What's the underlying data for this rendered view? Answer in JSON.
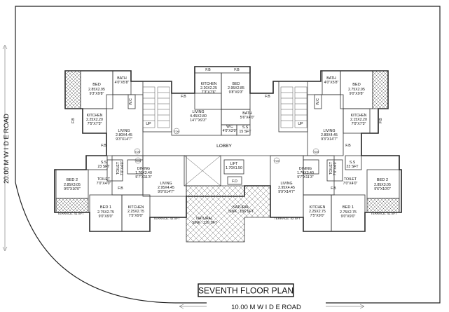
{
  "title": "SEVENTH FLOOR PLAN",
  "roads": {
    "side": "20.00 M W I D E   ROAD",
    "bottom": "10.00 M W I D E   ROAD"
  },
  "common": {
    "lobby": "LOBBY",
    "lift": "LIFT",
    "lift_size": "1.70X1.50",
    "fd": "F.D",
    "natural_sink_left": "NATURAL",
    "natural_sink_left_2": "SINK : 220 SFT",
    "natural_sink_right": "NATURAL",
    "natural_sink_right_2": "SINK : 186 SFT",
    "fb": "F.B",
    "up": "UP",
    "terrace_left": "TERRACE: 42 SFT",
    "terrace_right": "TERRACE: 42 SFT",
    "terrace_bl": "TERRACE: 41 SFT",
    "terrace_br": "TERRACE: 41 SFT"
  },
  "top_left_flat": {
    "bed": "BED",
    "bed_m": "2.85X2.95",
    "bed_ft": "9'3\"X9'8\"",
    "bath": "BATH",
    "bath_ft": "4'0\"X5'8\"",
    "wc": "W.C",
    "kitchen": "KITCHEN",
    "kitchen_m": "2.25X2.20",
    "kitchen_ft": "7'5\"X7'3\"",
    "living": "LIVING",
    "living_m": "2.80X4.45",
    "living_ft": "9'3\"X14'7\"",
    "door": "TO9"
  },
  "top_center_flat": {
    "kitchen": "KITCHEN",
    "kitchen_m": "2.20X2.25",
    "kitchen_ft": "7'3\"X7'6\"",
    "bed": "BED",
    "bed_m": "2.95X2.85",
    "bed_ft": "9'8\"X9'3\"",
    "living": "LIVING",
    "living_m": "4.45X2.80",
    "living_ft": "14'7\"X9'3\"",
    "bath": "BATH",
    "bath_ft": "5'6\"X4'0\"",
    "wc": "W.C",
    "wc_ft": "4'0\"X3'0\"",
    "ss": "S.S",
    "ss_area": "15 SFT",
    "door": "TO9"
  },
  "top_right_flat": {
    "bath": "BATH",
    "bath_ft": "4'0\"X5'8\"",
    "bed": "BED",
    "bed_m": "2.75X2.95",
    "bed_ft": "9'0\"X9'8\"",
    "wc": "W.C",
    "kitchen": "KITCHEN",
    "kitchen_m": "2.15X2.20",
    "kitchen_ft": "7'0\"X7'3\"",
    "living": "LIVING",
    "living_m": "2.80X4.45",
    "living_ft": "9'3\"X14'7\"",
    "door": "TO9"
  },
  "bottom_left_flat": {
    "ss": "S.S",
    "ss_area": "23 SFT",
    "toilet": "TOILET",
    "toilet_ft": "7'0\"X4'0\"",
    "toilet2": "TOILET",
    "toilet2_ft": "7'0\"X4'0\"",
    "bed2": "BED 2",
    "bed2_m": "2.85X3.05",
    "bed2_ft": "9'6\"X10'0\"",
    "dining": "DINING",
    "dining_m": "1.70X3.40",
    "dining_ft": "5'7\"X11'3\"",
    "living": "LIVING",
    "living_m": "2.95X4.45",
    "living_ft": "9'9\"X14'7\"",
    "bed1": "BED 1",
    "bed1_m": "2.75X2.75",
    "bed1_ft": "9'0\"X9'0\"",
    "kitchen": "KITCHEN",
    "kitchen_m": "2.25X2.75",
    "kitchen_ft": "7'5\"X9'0\"",
    "door": "TO9"
  },
  "bottom_right_flat": {
    "dining": "DINING",
    "dining_m": "1.70X3.40",
    "dining_ft": "5'7\"X11'3\"",
    "toilet": "TOILET",
    "toilet_ft": "7'0\"X4'0\"",
    "toilet2": "TOILET",
    "toilet2_ft": "7'0\"X4'0\"",
    "ss": "S.S",
    "ss_area": "23 SFT",
    "living": "LIVING",
    "living_m": "2.95X4.45",
    "living_ft": "9'9\"X14'7\"",
    "bed2": "BED 2",
    "bed2_m": "2.85X3.05",
    "bed2_ft": "9'6\"X10'0\"",
    "kitchen": "KITCHEN",
    "kitchen_m": "2.25X2.75",
    "kitchen_ft": "7'5\"X9'0\"",
    "bed1": "BED 1",
    "bed1_m": "2.75X2.75",
    "bed1_ft": "9'0\"X9'0\"",
    "door": "TO9"
  }
}
